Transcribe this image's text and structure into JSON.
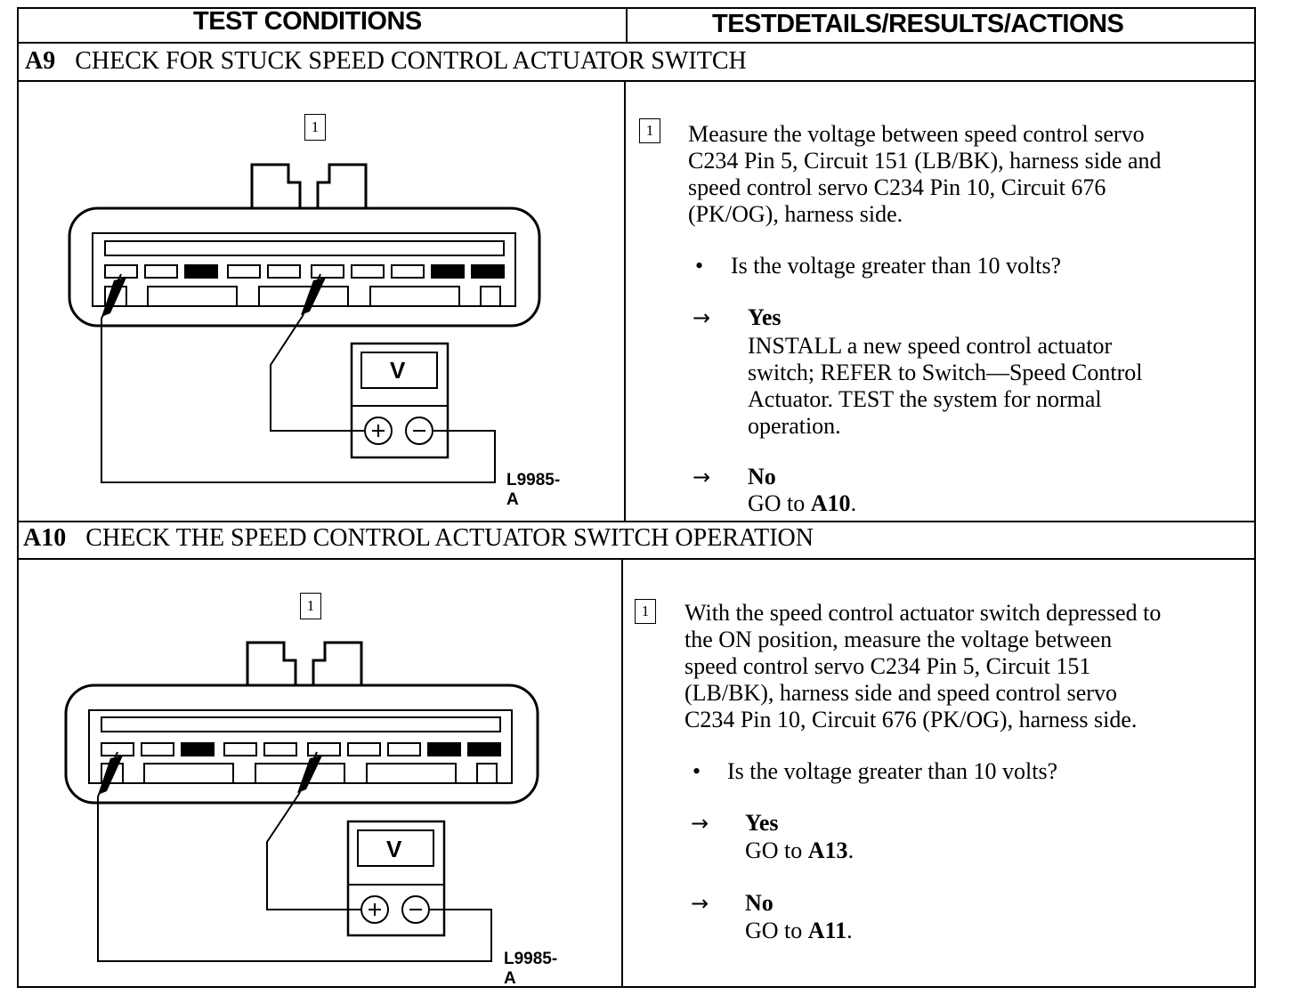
{
  "header": {
    "col1": "TEST CONDITIONS",
    "col2": "TESTDETAILS/RESULTS/ACTIONS"
  },
  "sections": [
    {
      "id": "A9",
      "title": "CHECK FOR STUCK SPEED CONTROL ACTUATOR SWITCH",
      "diagram": {
        "step_label": "1",
        "meter_label": "V",
        "figure_id": "L9985-A"
      },
      "step": "1",
      "instruction_lines": [
        "Measure the voltage between speed control servo",
        "C234 Pin 5, Circuit 151 (LB/BK), harness side and",
        "speed control servo C234 Pin 10, Circuit 676",
        "(PK/OG), harness side."
      ],
      "bullet": "•",
      "question": "Is the voltage greater than 10 volts?",
      "arrow": "→",
      "yes_label": "Yes",
      "yes_action_lines": [
        "INSTALL a new speed control actuator",
        "switch; REFER to Switch—Speed Control",
        "Actuator. TEST the system for normal",
        "operation."
      ],
      "no_label": "No",
      "no_action_prefix": "GO to ",
      "no_action_target": "A10",
      "no_action_suffix": "."
    },
    {
      "id": "A10",
      "title": "CHECK THE SPEED CONTROL ACTUATOR SWITCH OPERATION",
      "diagram": {
        "step_label": "1",
        "meter_label": "V",
        "figure_id": "L9985-A"
      },
      "step": "1",
      "instruction_lines": [
        "With the speed control actuator switch depressed to",
        "the ON position, measure the voltage between",
        "speed control servo C234 Pin 5, Circuit 151",
        "(LB/BK), harness side and speed control servo",
        "C234 Pin 10, Circuit 676 (PK/OG), harness side."
      ],
      "bullet": "•",
      "question": "Is the voltage greater than 10 volts?",
      "arrow": "→",
      "yes_label": "Yes",
      "yes_action_prefix": "GO to ",
      "yes_action_target": "A13",
      "yes_action_suffix": ".",
      "no_label": "No",
      "no_action_prefix": "GO to ",
      "no_action_target": "A11",
      "no_action_suffix": "."
    }
  ]
}
